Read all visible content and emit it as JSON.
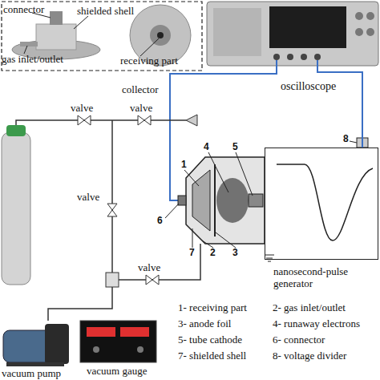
{
  "diagram": {
    "nodes": [
      {
        "text": [
          "oscilloscope"
        ]
      },
      {
        "text": [
          "nanosecond-pulse generator"
        ]
      },
      {
        "text": [
          "vacuum gauge"
        ]
      },
      {
        "text": [
          "vacuum pump"
        ]
      }
    ],
    "edges": [
      {
        "from": 0,
        "to": 1,
        "arrow": "none"
      }
    ],
    "labels": [
      "connector",
      "shielded shell",
      "gas inlet/outlet",
      "receiving part",
      "collector",
      "valve",
      "valve",
      "valve",
      "valve",
      "1",
      "4",
      "5",
      "8",
      "6",
      "7",
      "2",
      "3",
      "1- receiving part",
      "2- gas inlet/outlet",
      "3- anode foil",
      "4- runaway electrons",
      "5- tube cathode",
      "6- connector",
      "7- shielded shell",
      "8- voltage divider"
    ]
  }
}
